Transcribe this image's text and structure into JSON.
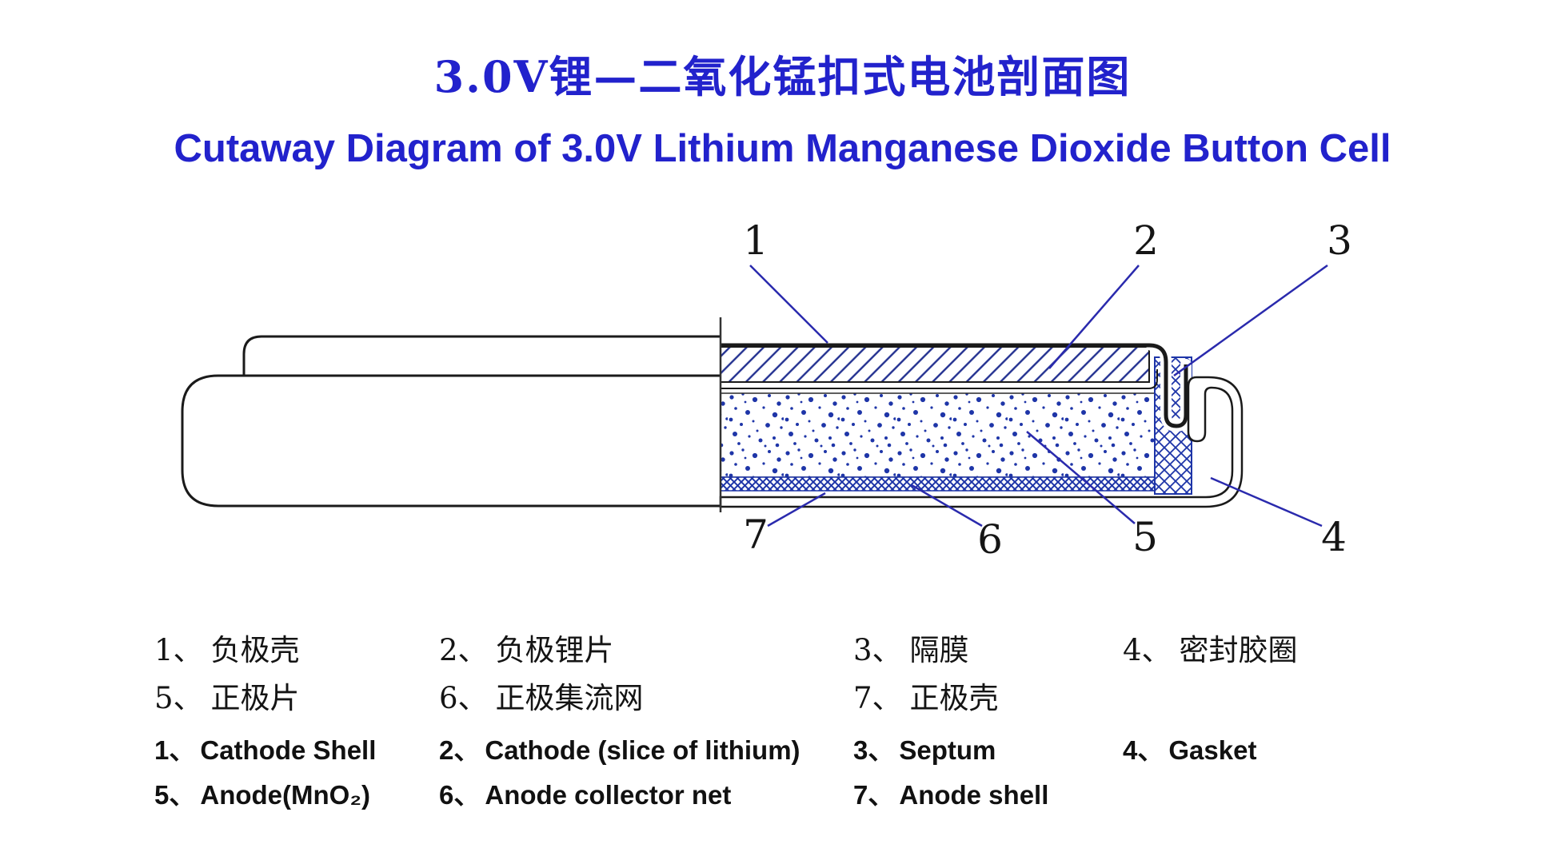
{
  "titles": {
    "zh": "3.0V锂—二氧化锰扣式电池剖面图",
    "en": "Cutaway Diagram of 3.0V Lithium Manganese Dioxide Button Cell"
  },
  "colors": {
    "title_blue": "#2222cc",
    "callout_line_blue": "#2a2aad",
    "pattern_blue": "#1e35a8",
    "outline_black": "#1a1a1a",
    "background": "#ffffff"
  },
  "callouts": {
    "c1": "1",
    "c2": "2",
    "c3": "3",
    "c4": "4",
    "c5": "5",
    "c6": "6",
    "c7": "7"
  },
  "legend_zh": [
    {
      "num": "1、",
      "label": "负极壳"
    },
    {
      "num": "2、",
      "label": "负极锂片"
    },
    {
      "num": "3、",
      "label": "隔膜"
    },
    {
      "num": "4、",
      "label": "密封胶圈"
    },
    {
      "num": "5、",
      "label": "正极片"
    },
    {
      "num": "6、",
      "label": "正极集流网"
    },
    {
      "num": "7、",
      "label": "正极壳"
    }
  ],
  "legend_en": [
    {
      "num": "1、",
      "label": "Cathode Shell"
    },
    {
      "num": "2、",
      "label": "Cathode (slice of lithium)"
    },
    {
      "num": "3、",
      "label": "Septum"
    },
    {
      "num": "4、",
      "label": "Gasket"
    },
    {
      "num": "5、",
      "label": "Anode(MnO₂)"
    },
    {
      "num": "6、",
      "label": "Anode collector net"
    },
    {
      "num": "7、",
      "label": "Anode shell"
    }
  ]
}
